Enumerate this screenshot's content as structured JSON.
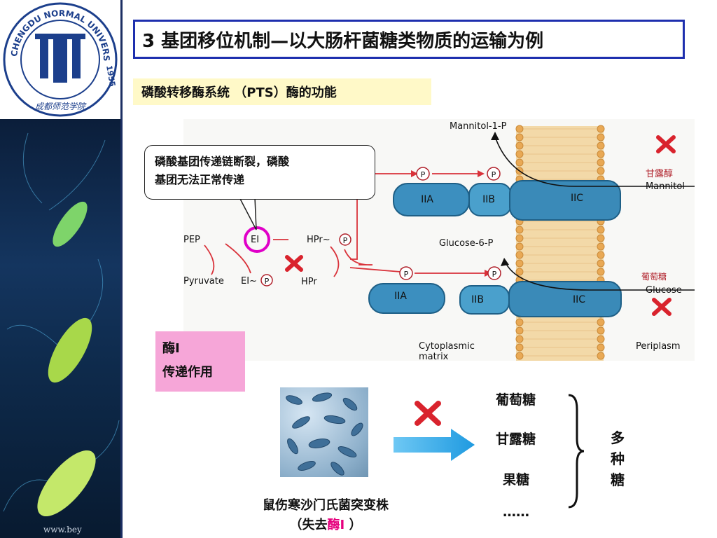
{
  "title": "3  基团移位机制—以大肠杆菌糖类物质的运输为例",
  "subtitle": "磷酸转移酶系统 （PTS）酶的功能",
  "logo": {
    "ring_text": "CHENGDU NORMAL UNIVERSITY",
    "year": "1955",
    "seal_text": "成都师范学院"
  },
  "watermark": "www.bey",
  "callout": {
    "line1": "磷酸基团传递链断裂，磷酸",
    "line2": "基团无法正常传递"
  },
  "diagram": {
    "mannitol_p": "Mannitol-1-P",
    "glucose_6p": "Glucose-6-P",
    "pep": "PEP",
    "ei": "EI",
    "hpr_p": "HPr~",
    "pyruvate": "Pyruvate",
    "ei_p": "EI~",
    "hpr": "HPr",
    "p_symbol": "P",
    "iia": "IIA",
    "iib": "IIB",
    "iic": "IIC",
    "mannitol_cn": "甘露醇",
    "mannitol": "Mannitol",
    "glucose_cn": "葡萄糖",
    "glucose": "Glucose",
    "cytoplasm": "Cytoplasmic",
    "matrix": "matrix",
    "periplasm": "Periplasm"
  },
  "enzyme_box": {
    "line1": "酶I",
    "line2": "传递作用"
  },
  "strain": {
    "line1": "鼠伤寒沙门氏菌突变株",
    "line2_pre": "（失去",
    "line2_hl": "酶I",
    "line2_post": " ）"
  },
  "sugars": [
    "葡萄糖",
    "甘露糖",
    "果糖",
    "……"
  ],
  "many_sugars": [
    "多",
    "种",
    "糖"
  ],
  "colors": {
    "title_border": "#1e2fae",
    "highlight_pink": "#f6a6d8",
    "highlight_yellow": "#fff9c8",
    "red_x": "#d9232d",
    "arrow_blue": "#2aa3e6",
    "magenta": "#e000c8"
  }
}
